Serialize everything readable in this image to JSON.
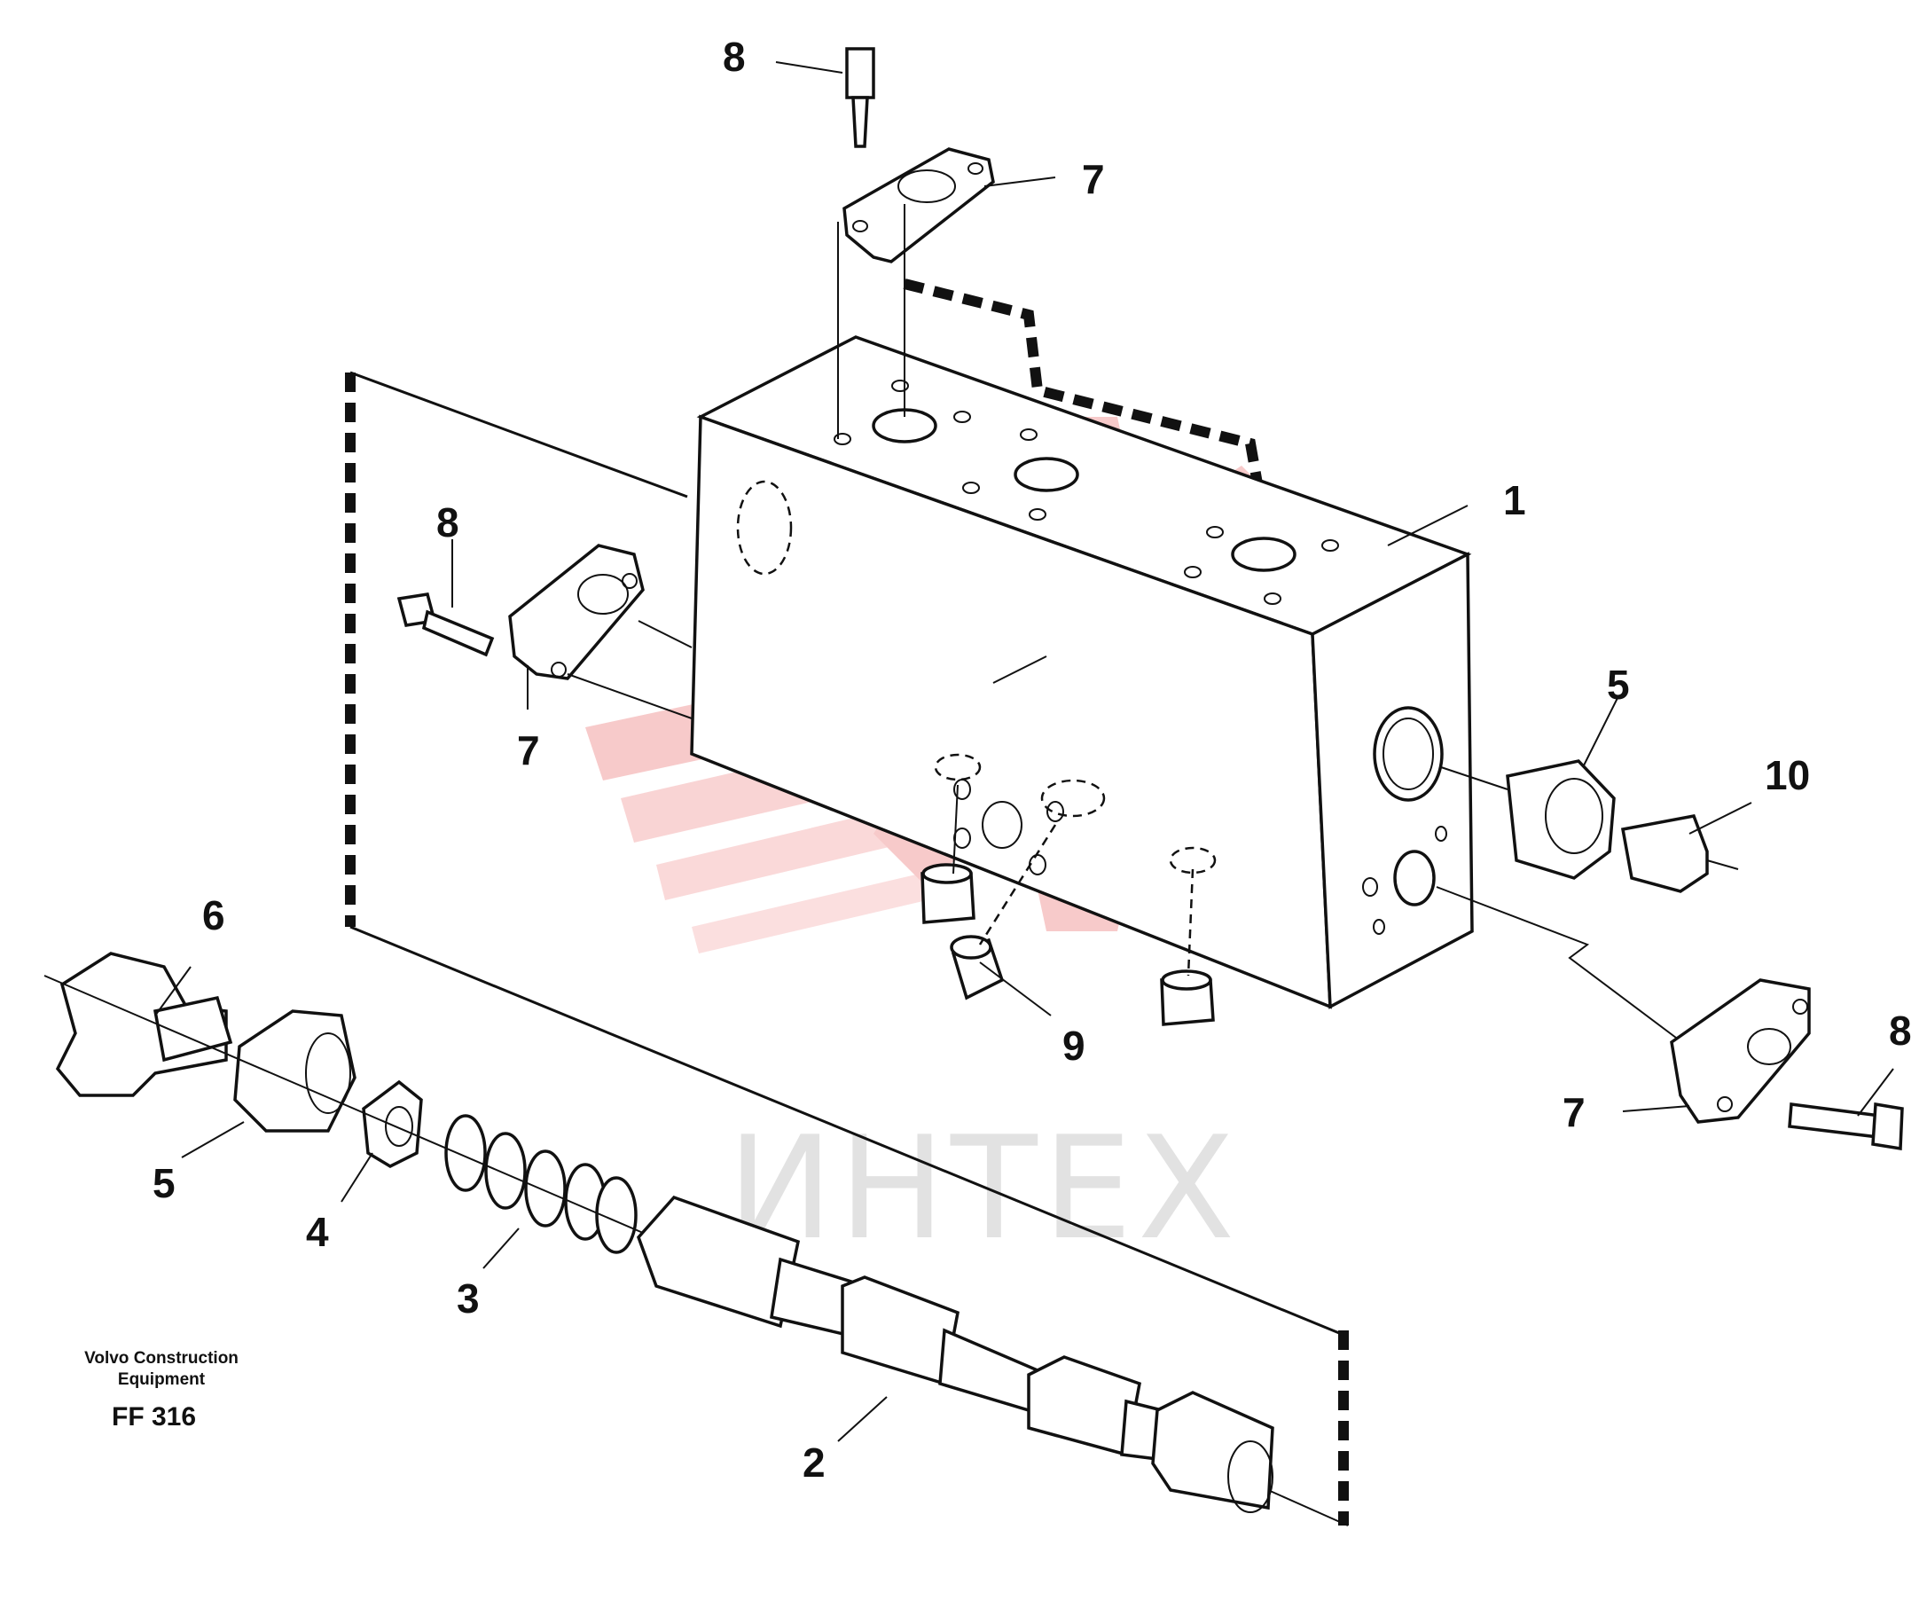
{
  "watermark": {
    "text": "ИНТЕХ",
    "logo_icon": "gear-wrench-icon",
    "color": "#f5b8b8"
  },
  "caption": {
    "line1": "Volvo Construction",
    "line2": "Equipment",
    "code": "FF 316"
  },
  "callouts": {
    "c1": "1",
    "c2": "2",
    "c3": "3",
    "c4": "4",
    "c5a": "5",
    "c5b": "5",
    "c6": "6",
    "c7a": "7",
    "c7b": "7",
    "c7c": "7",
    "c8a": "8",
    "c8b": "8",
    "c8c": "8",
    "c9": "9",
    "c10": "10"
  }
}
